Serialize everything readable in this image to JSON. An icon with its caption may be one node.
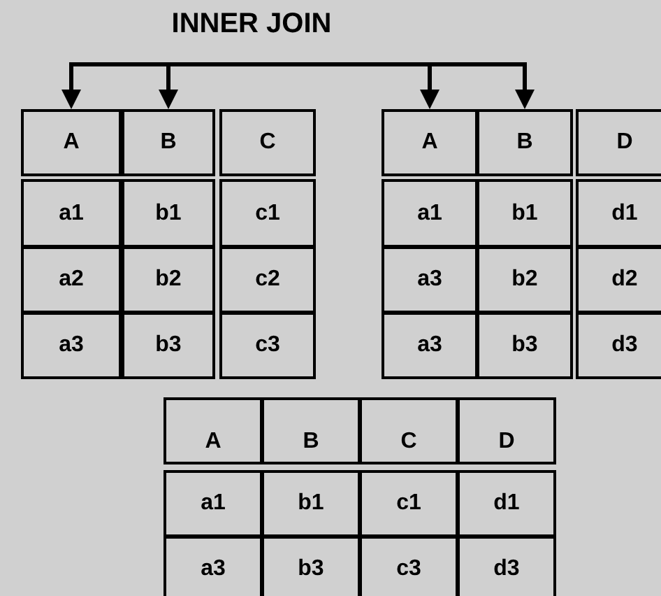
{
  "diagram": {
    "nodes": [
      {
        "text": [
          "INNER JOIN"
        ]
      },
      {
        "text": [
          "A"
        ]
      },
      {
        "text": [
          "B"
        ]
      },
      {
        "text": [
          "C"
        ]
      },
      {
        "text": [
          "a1"
        ]
      },
      {
        "text": [
          "b1"
        ]
      },
      {
        "text": [
          "c1"
        ]
      },
      {
        "text": [
          "a2"
        ]
      },
      {
        "text": [
          "b2"
        ]
      },
      {
        "text": [
          "c2"
        ]
      },
      {
        "text": [
          "a3"
        ]
      },
      {
        "text": [
          "b3"
        ]
      },
      {
        "text": [
          "c3"
        ]
      },
      {
        "text": [
          "A"
        ]
      },
      {
        "text": [
          "B"
        ]
      },
      {
        "text": [
          "D"
        ]
      },
      {
        "text": [
          "a1"
        ]
      },
      {
        "text": [
          "b1"
        ]
      },
      {
        "text": [
          "d1"
        ]
      },
      {
        "text": [
          "a3"
        ]
      },
      {
        "text": [
          "b2"
        ]
      },
      {
        "text": [
          "d2"
        ]
      },
      {
        "text": [
          "a3"
        ]
      },
      {
        "text": [
          "b3"
        ]
      },
      {
        "text": [
          "d3"
        ]
      },
      {
        "text": [
          "A"
        ]
      },
      {
        "text": [
          "B"
        ]
      },
      {
        "text": [
          "C"
        ]
      },
      {
        "text": [
          "D"
        ]
      },
      {
        "text": [
          "a1"
        ]
      },
      {
        "text": [
          "b1"
        ]
      },
      {
        "text": [
          "c1"
        ]
      },
      {
        "text": [
          "d1"
        ]
      },
      {
        "text": [
          "a3"
        ]
      },
      {
        "text": [
          "b3"
        ]
      },
      {
        "text": [
          "c3"
        ]
      },
      {
        "text": [
          "d3"
        ]
      }
    ],
    "edges": [
      {
        "from": 0,
        "to": 1,
        "arrow": "to"
      },
      {
        "from": 0,
        "to": 2,
        "arrow": "to"
      },
      {
        "from": 0,
        "to": 13,
        "arrow": "to"
      },
      {
        "from": 0,
        "to": 14,
        "arrow": "to"
      }
    ]
  }
}
